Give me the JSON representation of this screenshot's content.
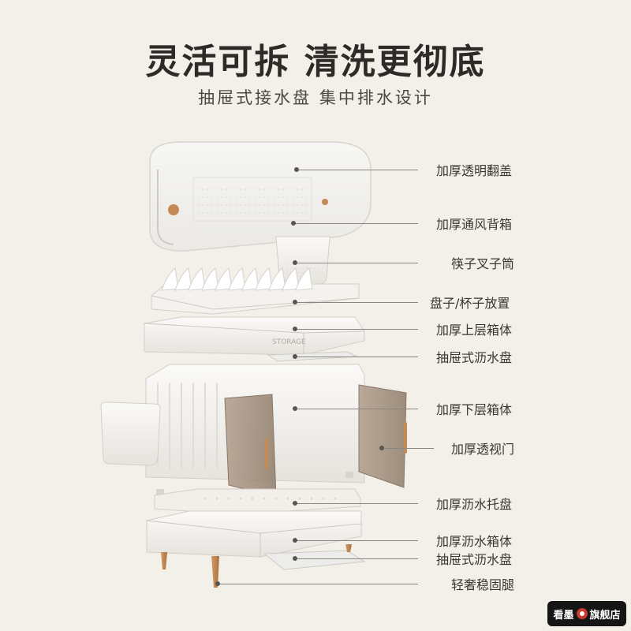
{
  "headline": "灵活可拆 清洗更彻底",
  "subheadline": "抽屉式接水盘 集中排水设计",
  "product_text": "STORAGE",
  "callouts": [
    "加厚透明翻盖",
    "加厚通风背箱",
    "筷子叉子筒",
    "盘子/杯子放置",
    "加厚上层箱体",
    "抽屉式沥水盘",
    "加厚下层箱体",
    "加厚透视门",
    "加厚沥水托盘",
    "加厚沥水箱体",
    "抽屉式沥水盘",
    "轻奢稳固腿"
  ],
  "badge": {
    "left": "看墨",
    "right": "旗舰店",
    "icon": "brand-seal-icon"
  },
  "colors": {
    "background": "#f3efe9",
    "headline": "#2d2a27",
    "cabinet_white": "#f7f6f3",
    "door_tint": "#9d8a78",
    "leg_wood": "#c38a56",
    "badge_bg": "#151515"
  }
}
